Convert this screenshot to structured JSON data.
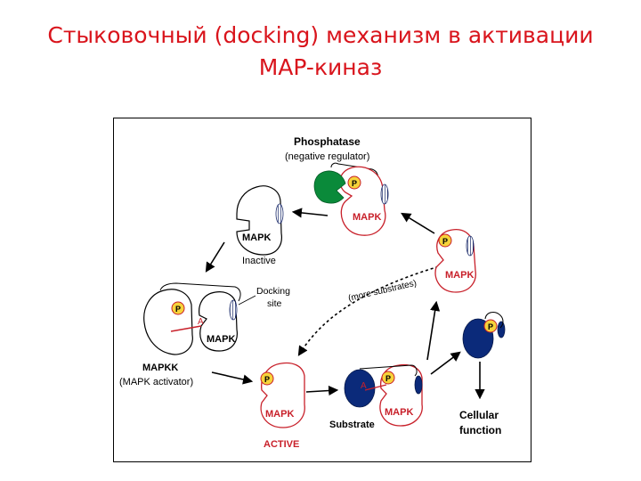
{
  "title": {
    "line1": "Стыковочный (docking) механизм в активации",
    "line2": "MAP-киназ"
  },
  "diagram": {
    "phosphatase": "Phosphatase",
    "negative_regulator": "(negative regulator)",
    "mapk": "MAPK",
    "inactive": "Inactive",
    "docking": "Docking",
    "site": "site",
    "more_substrates": "(more substrates)",
    "mapkk": "MAPKK",
    "mapk_activator": "(MAPK activator)",
    "active": "ACTIVE",
    "substrate": "Substrate",
    "cellular": "Cellular",
    "function": "function",
    "p": "P",
    "a": "A"
  },
  "colors": {
    "title": "#d9141c",
    "mapk_outline": "#c8202a",
    "phosphatase": "#0a8a3a",
    "substrate": "#0b2a7a",
    "p_fill": "#f6d33a"
  }
}
